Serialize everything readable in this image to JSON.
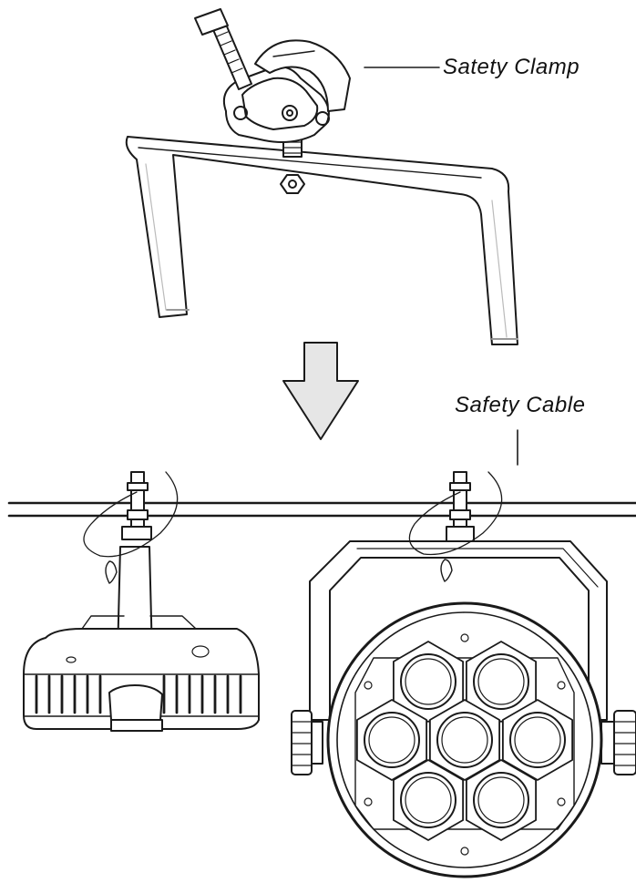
{
  "labels": {
    "safety_clamp": "Satety Clamp",
    "safety_cable": "Safety Cable"
  },
  "colors": {
    "line": "#1a1a1a",
    "arrow_fill": "#e6e6e6"
  },
  "lens_count": 7
}
